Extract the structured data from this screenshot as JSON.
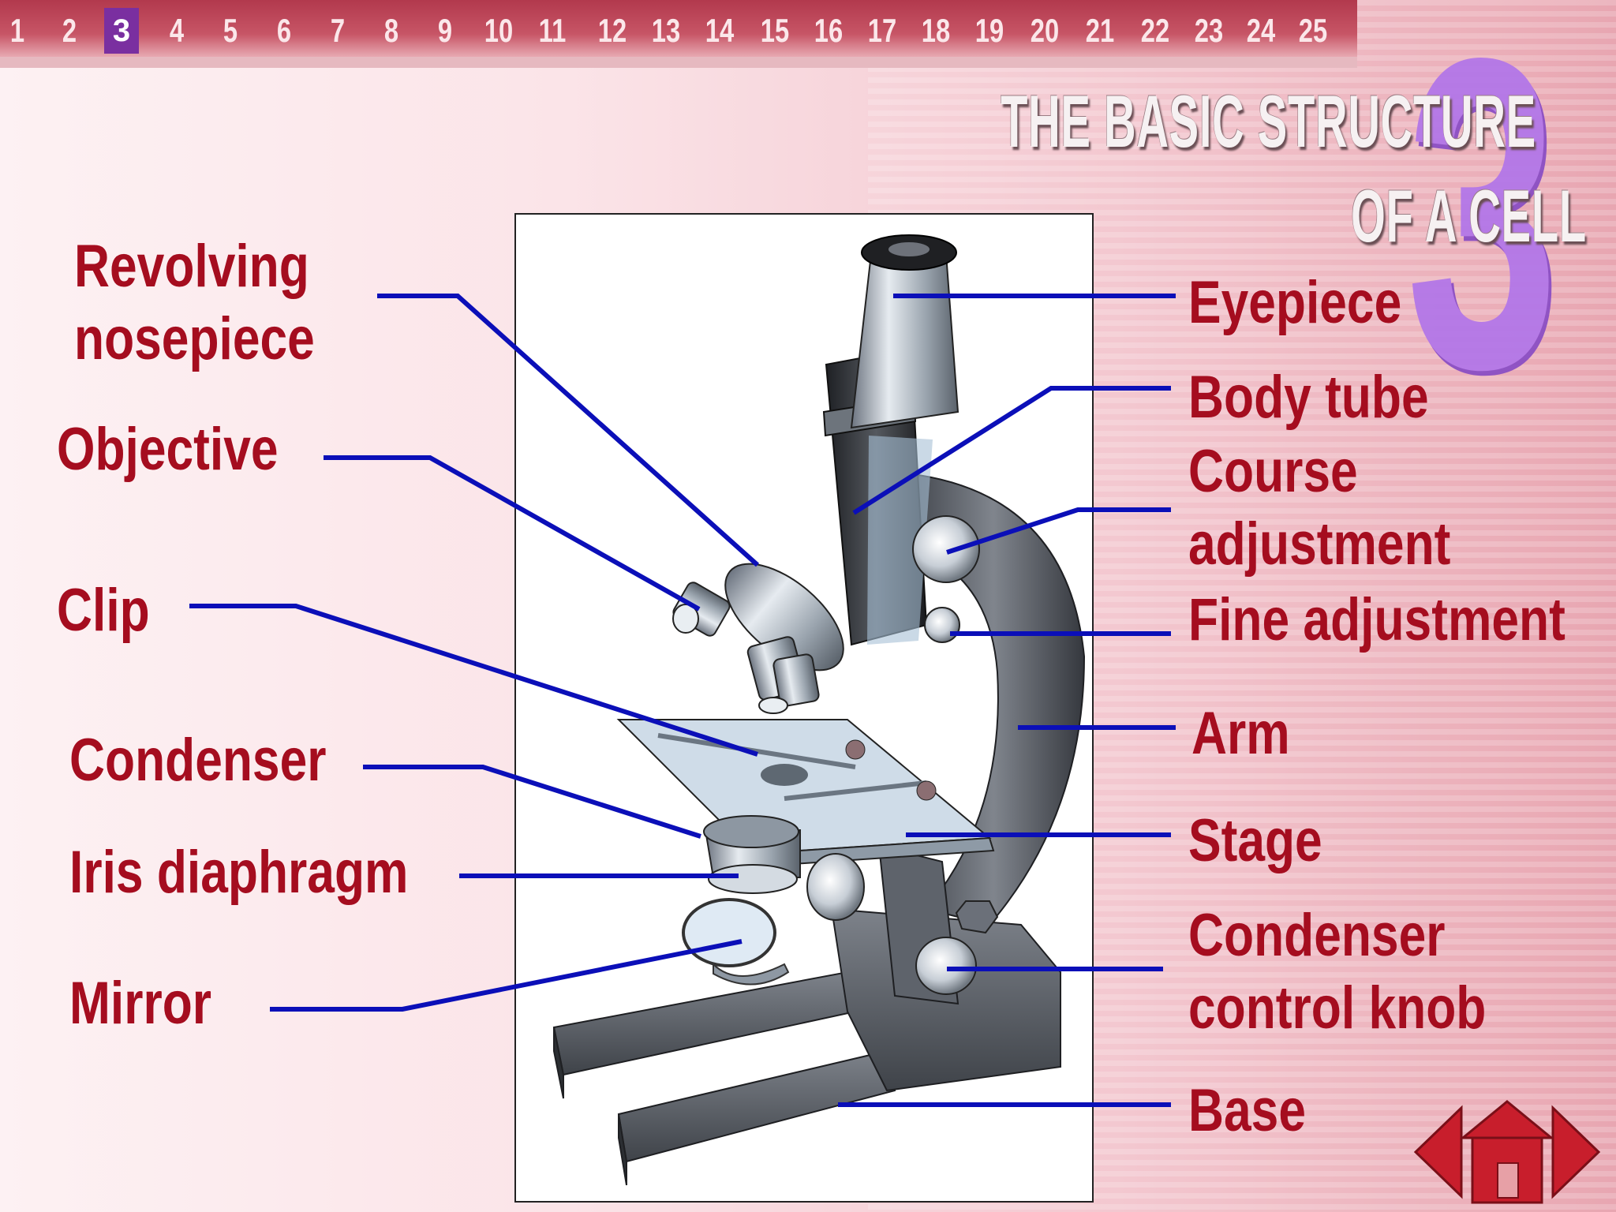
{
  "header": {
    "page_numbers": [
      "1",
      "2",
      "3",
      "4",
      "5",
      "6",
      "7",
      "8",
      "9",
      "10",
      "11",
      "12",
      "13",
      "14",
      "15",
      "16",
      "17",
      "18",
      "19",
      "20",
      "21",
      "22",
      "23",
      "24",
      "25"
    ],
    "active_page": "3",
    "title_line1": "THE BASIC STRUCTURE",
    "title_line2": "OF A CELL",
    "chapter_number": "3"
  },
  "labels": {
    "revolving_1": "Revolving",
    "revolving_2": "nosepiece",
    "objective": "Objective",
    "clip": "Clip",
    "condenser": "Condenser",
    "iris": "Iris diaphragm",
    "mirror": "Mirror",
    "eyepiece": "Eyepiece",
    "body_tube": "Body tube",
    "course_1": "Course",
    "course_2": "adjustment",
    "fine": "Fine adjustment",
    "arm": "Arm",
    "stage": "Stage",
    "cond_knob_1": "Condenser",
    "cond_knob_2": "control knob",
    "base": "Base"
  },
  "colors": {
    "label_text": "#a50d1f",
    "leader_line": "#0b0fb8",
    "accent_purple": "#b377e8",
    "nav_red": "#c81e2c"
  },
  "icons": {
    "prev": "left-arrow-icon",
    "home": "home-icon",
    "next": "right-arrow-icon"
  }
}
